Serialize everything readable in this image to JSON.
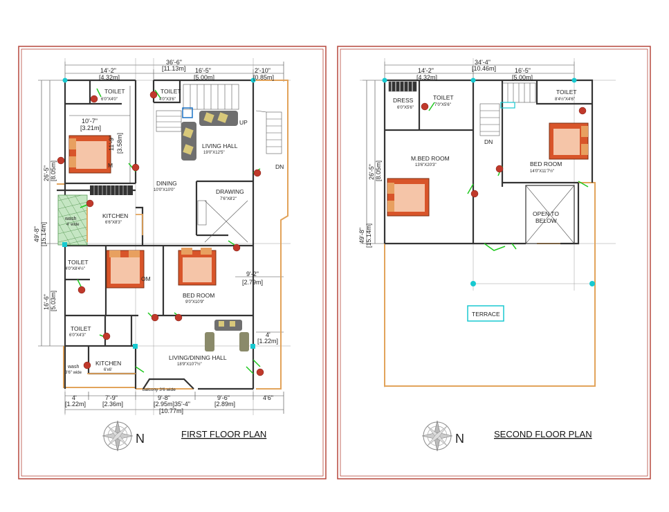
{
  "colors": {
    "frame": "#b5473b",
    "wall": "#333333",
    "door": "#1ec81e",
    "column": "#18c9d0",
    "dim": "#444444",
    "parapet": "#e2a35a",
    "marker": "#c0392b",
    "bed": "#d8552a",
    "sofa": "#6f6f6f",
    "terraceBox": "#18c9d0"
  },
  "first_floor": {
    "title": "FIRST FLOOR PLAN",
    "north": "N",
    "dims": {
      "overall_top": "36'-6\"",
      "overall_top_m": "[11.13m]",
      "top_left": "14'-2\"",
      "top_left_m": "[4.32m]",
      "top_mid": "16'-5\"",
      "top_mid_m": "[5.00m]",
      "top_right": "2'-10\"",
      "top_right_m": "[0.85m]",
      "left_upper": "26'-5\"",
      "left_upper_m": "[8.05m]",
      "left_overall": "49'-8\"",
      "left_overall_m": "[15.14m]",
      "left_lower": "16'-6\"",
      "left_lower_m": "[5.03m]",
      "inner_w": "10'-7\"",
      "inner_w_m": "[3.21m]",
      "inner_h": "11'-9\"",
      "inner_h_m": "[3.58m]",
      "right_mid": "9'-2\"",
      "right_mid_m": "[2.79m]",
      "right_low": "4'",
      "right_low_m": "[1.22m]",
      "b1": "4'",
      "b1_m": "[1.22m]",
      "b2": "7'-9\"",
      "b2_m": "[2.36m]",
      "b3": "9'-8\"",
      "b3_m": "[2.95m]",
      "b4": "9'-6\"",
      "b4_m": "[2.89m]",
      "b5": "4'6\"",
      "b_total": "35'-4\"",
      "b_total_m": "[10.77m]"
    },
    "rooms": {
      "toilet1": "TOILET",
      "toilet1_size": "6'0\"X4'0\"",
      "toilet2": "TOILET",
      "toilet2_size": "4'0\"X3'6\"",
      "living": "LIVING HALL",
      "living_size": "19'0\"X12'5\"",
      "room_m": "M",
      "dining": "DINING",
      "dining_size": "10'0\"X10'0\"",
      "drawing": "DRAWING",
      "drawing_size": "7'6\"X8'2\"",
      "up": "UP",
      "dn": "DN",
      "kitchen": "KITCHEN",
      "kitchen_size": "6'6\"X8'3\"",
      "wash": "wash",
      "wash_size": "4' wide",
      "toilet3": "TOILET",
      "toilet3_size": "4'0\"X8'4½\"",
      "room_om": "OM",
      "bedroom": "BED ROOM",
      "bedroom_size": "9'0\"X10'9\"",
      "toilet4": "TOILET",
      "toilet4_size": "6'0\"X4'3\"",
      "wash2": "wash",
      "wash2_size": "3'6\" wide",
      "kitchen2": "KITCHEN",
      "kitchen2_size": "6'x6'",
      "livingdining": "LIVING/DINING HALL",
      "livingdining_size": "18'9\"X10'7½\"",
      "balcony": "balcony 3'6 wide"
    },
    "markers": [
      "D2",
      "D1",
      "D1",
      "D1",
      "D2",
      "D2",
      "D",
      "D1",
      "D2",
      "D1",
      "D1",
      "D2",
      "D",
      "D2",
      "D1"
    ]
  },
  "second_floor": {
    "title": "SECOND FLOOR PLAN",
    "north": "N",
    "dims": {
      "overall_top": "34'-4\"",
      "overall_top_m": "[10.46m]",
      "top_left": "14'-2\"",
      "top_left_m": "[4.32m]",
      "top_right": "16'-5\"",
      "top_right_m": "[5.00m]",
      "left_upper": "26'-5\"",
      "left_upper_m": "[8.05m]",
      "left_overall": "49'-8\"",
      "left_overall_m": "[15.14m]"
    },
    "rooms": {
      "dress": "DRESS",
      "dress_size": "6'0\"X5'6\"",
      "toilet1": "TOILET",
      "toilet1_size": "7'0\"X5'6\"",
      "toilet2": "TOILET",
      "toilet2_size": "8'4½\"X4'6\"",
      "mbed": "M.BED ROOM",
      "mbed_size": "13'6\"X20'3\"",
      "bed": "BED ROOM",
      "bed_size": "14'0\"X11'7½\"",
      "dn": "DN",
      "open1": "OPEN TO",
      "open2": "BELOW",
      "terrace": "TERRACE"
    },
    "markers": [
      "D2",
      "D2",
      "D1",
      "D1",
      "D2"
    ]
  }
}
